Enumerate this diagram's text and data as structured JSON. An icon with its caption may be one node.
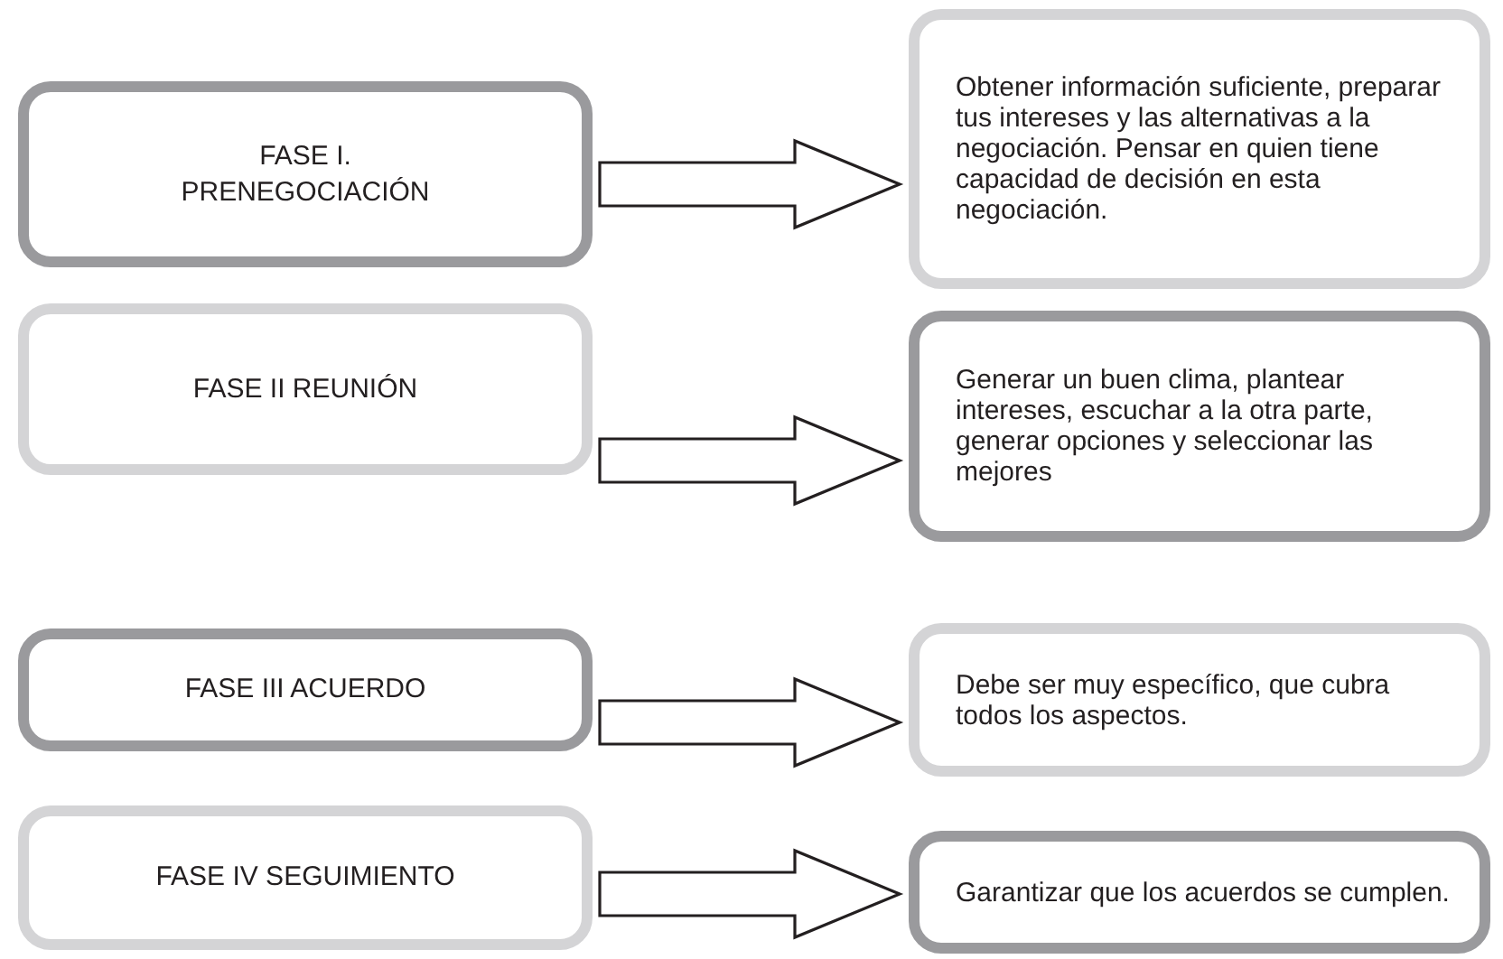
{
  "diagram": {
    "nodes": [
      {
        "text": [
          "FASE I. PRENEGOCIACIÓN"
        ]
      },
      {
        "text": [
          "Obtener información suficiente, preparar tus intereses y las alternativas a la negociación. Pensar en quien tiene capacidad de decisión en esta negociación."
        ]
      },
      {
        "text": [
          "FASE II REUNIÓN"
        ]
      },
      {
        "text": [
          "Generar un buen clima, plantear intereses, escuchar a la otra parte, generar opciones y seleccionar las mejores"
        ]
      },
      {
        "text": [
          "FASE III ACUERDO"
        ]
      },
      {
        "text": [
          "Debe ser muy específico, que cubra todos los aspectos."
        ]
      },
      {
        "text": [
          "FASE IV SEGUIMIENTO"
        ]
      },
      {
        "text": [
          "Garantizar que los acuerdos se cumplen."
        ]
      }
    ],
    "edges": [
      {
        "from": 0,
        "to": 1,
        "arrow": "to"
      },
      {
        "from": 2,
        "to": 3,
        "arrow": "to"
      },
      {
        "from": 4,
        "to": 5,
        "arrow": "to"
      },
      {
        "from": 6,
        "to": 7,
        "arrow": "to"
      }
    ]
  }
}
